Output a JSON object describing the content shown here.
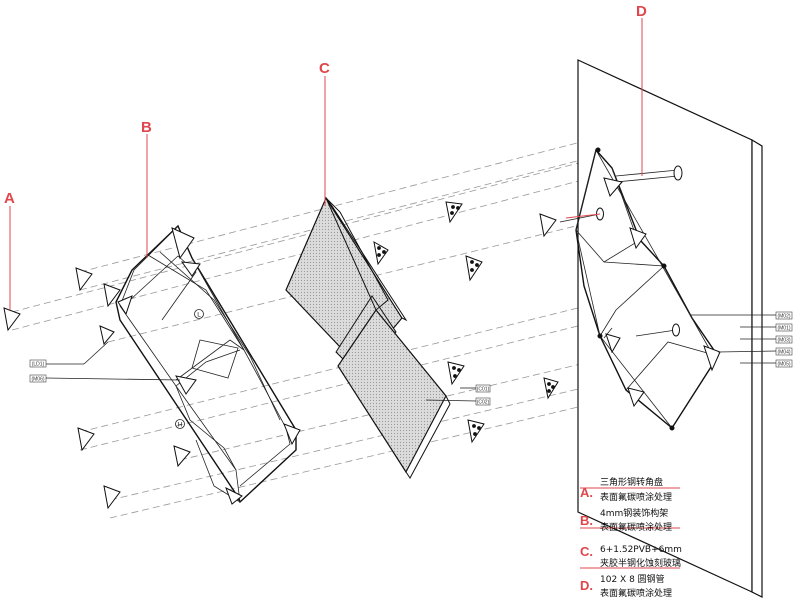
{
  "callouts": [
    {
      "letter": "A"
    },
    {
      "letter": "B"
    },
    {
      "letter": "C"
    },
    {
      "letter": "D"
    }
  ],
  "tags_left": [
    {
      "text": "(LD1)"
    },
    {
      "text": "(M06)"
    }
  ],
  "tags_panel": [
    {
      "text": "(C01)"
    },
    {
      "text": "(C02)"
    }
  ],
  "tags_right": [
    {
      "text": "(M02)"
    },
    {
      "text": "(M01)"
    },
    {
      "text": "(M03)"
    },
    {
      "text": "(M04)"
    },
    {
      "text": "(M05)"
    }
  ],
  "circle_marks": [
    {
      "text": "L"
    },
    {
      "text": "H"
    }
  ],
  "legend": [
    {
      "letter": "A.",
      "line1": "三角形钢转角盘",
      "line2": "表面氟碳喷涂处理"
    },
    {
      "letter": "B.",
      "line1": "4mm钢装饰构架",
      "line2": "表面氟碳喷涂处理"
    },
    {
      "letter": "C.",
      "line1": "6+1.52PVB+6mm",
      "line2": "夹胶半钢化蚀刻玻璃"
    },
    {
      "letter": "D.",
      "line1": "102 X 8 圆钢管",
      "line2": "表面氟碳喷涂处理"
    }
  ],
  "colors": {
    "accent": "#e0474c",
    "line": "#111111",
    "glass": "#d2d2d2"
  }
}
